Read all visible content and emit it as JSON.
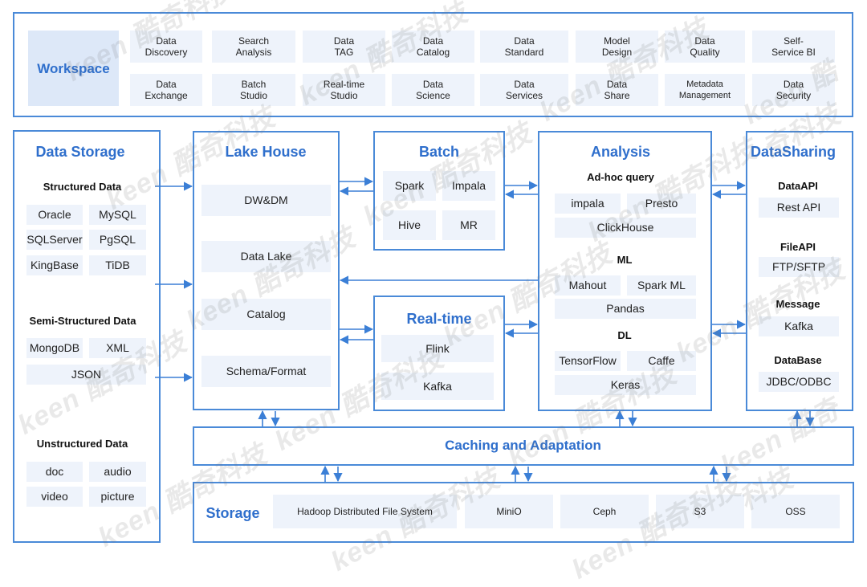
{
  "workspace": {
    "title": "Workspace",
    "items": [
      "Data\nDiscovery",
      "Search\nAnalysis",
      "Data\nTAG",
      "Data\nCatalog",
      "Data\nStandard",
      "Model\nDesign",
      "Data\nQuality",
      "Self-\nService BI",
      "Data\nExchange",
      "Batch\nStudio",
      "Real-time\nStudio",
      "Data\nScience",
      "Data\nServices",
      "Data\nShare",
      "Metadata\nManagement",
      "Data\nSecurity"
    ]
  },
  "data_storage": {
    "title": "Data Storage",
    "structured": {
      "title": "Structured Data",
      "items": [
        "Oracle",
        "MySQL",
        "SQLServer",
        "PgSQL",
        "KingBase",
        "TiDB"
      ]
    },
    "semi": {
      "title": "Semi-Structured Data",
      "items": [
        "MongoDB",
        "XML",
        "JSON"
      ]
    },
    "unstructured": {
      "title": "Unstructured Data",
      "items": [
        "doc",
        "audio",
        "video",
        "picture"
      ]
    }
  },
  "lake_house": {
    "title": "Lake House",
    "items": [
      "DW&DM",
      "Data Lake",
      "Catalog",
      "Schema/Format"
    ]
  },
  "batch": {
    "title": "Batch",
    "items": [
      "Spark",
      "Impala",
      "Hive",
      "MR"
    ]
  },
  "realtime": {
    "title": "Real-time",
    "items": [
      "Flink",
      "Kafka"
    ]
  },
  "analysis": {
    "title": "Analysis",
    "adhoc": {
      "title": "Ad-hoc query",
      "items": [
        "impala",
        "Presto",
        "ClickHouse"
      ]
    },
    "ml": {
      "title": "ML",
      "items": [
        "Mahout",
        "Spark ML",
        "Pandas"
      ]
    },
    "dl": {
      "title": "DL",
      "items": [
        "TensorFlow",
        "Caffe",
        "Keras"
      ]
    }
  },
  "sharing": {
    "title": "DataSharing",
    "api": {
      "title": "DataAPI",
      "item": "Rest API"
    },
    "file": {
      "title": "FileAPI",
      "item": "FTP/SFTP"
    },
    "message": {
      "title": "Message",
      "item": "Kafka"
    },
    "database": {
      "title": "DataBase",
      "item": "JDBC/ODBC"
    }
  },
  "caching": {
    "title": "Caching and Adaptation"
  },
  "storage": {
    "title": "Storage",
    "items": [
      "Hadoop Distributed File System",
      "MiniO",
      "Ceph",
      "S3",
      "OSS"
    ]
  },
  "watermark": "keen 酷奇科技",
  "colors": {
    "accent": "#2f6fcc",
    "border": "#4a8ad8",
    "cell_bg": "#eef3fb",
    "arrow": "#3b7fd6"
  }
}
